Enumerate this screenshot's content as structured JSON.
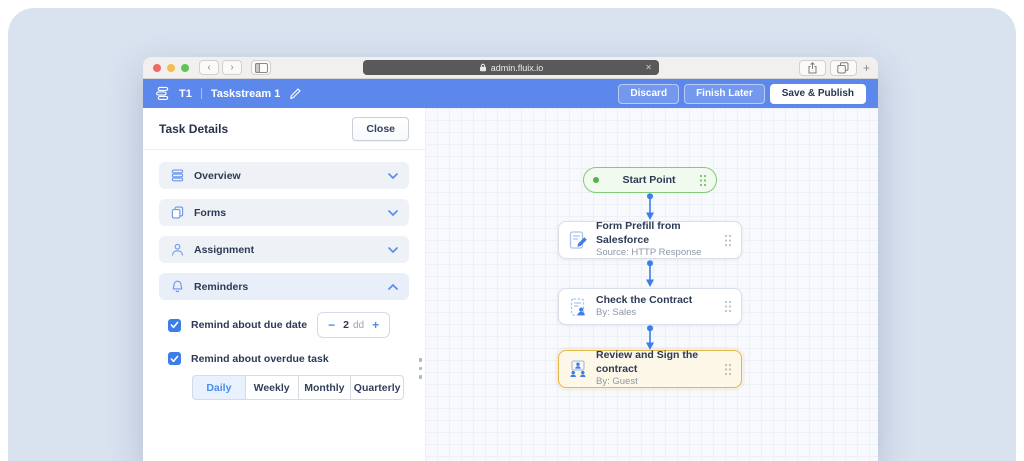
{
  "browser": {
    "url": "admin.fluix.io",
    "back_glyph": "‹",
    "forward_glyph": "›",
    "close_tab_glyph": "✕",
    "new_tab_glyph": "+"
  },
  "app_header": {
    "short_id": "T1",
    "title": "Taskstream 1",
    "buttons": {
      "discard": "Discard",
      "finish_later": "Finish Later",
      "save_publish": "Save & Publish"
    }
  },
  "panel": {
    "title": "Task Details",
    "close_label": "Close",
    "sections": [
      {
        "label": "Overview",
        "expanded": false
      },
      {
        "label": "Forms",
        "expanded": false
      },
      {
        "label": "Assignment",
        "expanded": false
      },
      {
        "label": "Reminders",
        "expanded": true
      }
    ],
    "reminders": {
      "due_date": {
        "label": "Remind about due date",
        "checked": true,
        "minus": "−",
        "value": "2",
        "unit": "dd",
        "plus": "+"
      },
      "overdue": {
        "label": "Remind about overdue task",
        "checked": true
      },
      "frequency_options": [
        {
          "label": "Daily",
          "selected": true
        },
        {
          "label": "Weekly",
          "selected": false
        },
        {
          "label": "Monthly",
          "selected": false
        },
        {
          "label": "Quarterly",
          "selected": false
        }
      ]
    }
  },
  "canvas": {
    "nodes": [
      {
        "type": "start",
        "title": "Start Point"
      },
      {
        "type": "task",
        "title": "Form Prefill from Salesforce",
        "subtitle": "Source: HTTP Response"
      },
      {
        "type": "task",
        "title": "Check the Contract",
        "subtitle": "By: Sales"
      },
      {
        "type": "task-highlighted",
        "title": "Review and Sign the contract",
        "subtitle": "By: Guest"
      }
    ]
  },
  "colors": {
    "header_blue": "#5c88ec",
    "accent_blue": "#3b7de9",
    "start_green_border": "#82ca78",
    "start_green_bg": "#f1faee",
    "highlight_orange_border": "#e4b64e",
    "highlight_bg": "#fdf7e7",
    "traffic_red": "#ee6a5f",
    "traffic_yellow": "#f5bd4f",
    "traffic_green": "#61c454"
  }
}
